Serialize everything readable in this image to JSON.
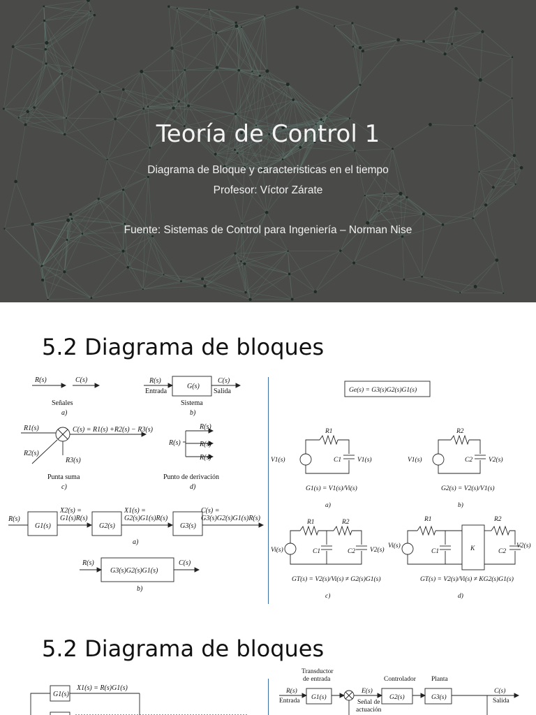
{
  "slide1": {
    "title": "Teoría de Control 1",
    "subtitle": "Diagrama de Bloque y caracteristicas en el tiempo",
    "professor": "Profesor: Víctor Zárate",
    "source": "Fuente: Sistemas de Control para Ingeniería – Norman Nise"
  },
  "slide2": {
    "heading": "5.2 Diagrama de bloques",
    "fig_left": {
      "a_sig1": "R(s)",
      "a_sig2": "C(s)",
      "a_caption": "Señales",
      "a_tag": "a)",
      "b_in": "R(s)",
      "b_block": "G(s)",
      "b_out": "C(s)",
      "b_in_label": "Entrada",
      "b_out_label": "Salida",
      "b_caption": "Sistema",
      "b_tag": "b)",
      "c_r1": "R1(s)",
      "c_r2": "R2(s)",
      "c_r3": "R3(s)",
      "c_eq": "C(s) = R1(s) +R2(s) − R3(s)",
      "c_caption": "Punta suma",
      "c_tag": "c)",
      "d_r": "R(s)",
      "d_caption": "Punto de derivación",
      "d_tag": "d)",
      "e_in": "R(s)",
      "e_g1": "G1(s)",
      "e_x2": "X2(s) =",
      "e_x2b": "G1(s)R(s)",
      "e_g2": "G2(s)",
      "e_x1": "X1(s) =",
      "e_x1b": "G2(s)G1(s)R(s)",
      "e_g3": "G3(s)",
      "e_c": "C(s) =",
      "e_cb": "G3(s)G2(s)G1(s)R(s)",
      "e_tag": "a)",
      "f_in": "R(s)",
      "f_block": "G3(s)G2(s)G1(s)",
      "f_out": "C(s)",
      "f_tag": "b)"
    },
    "fig_right": {
      "eq": "Ge(s) = G3(s)G2(s)G1(s)",
      "a_r": "R1",
      "a_v1": "V1(s)",
      "a_c": "C1",
      "a_vo": "V1(s)",
      "a_tf": "G1(s) = V1(s)/Vi(s)",
      "a_tag": "a)",
      "b_r": "R2",
      "b_v1": "V1(s)",
      "b_c": "C2",
      "b_vo": "V2(s)",
      "b_tf": "G2(s) = V2(s)/V1(s)",
      "b_tag": "b)",
      "c_r1": "R1",
      "c_r2": "R2",
      "c_vi": "Vi(s)",
      "c_c1": "C1",
      "c_c2": "C2",
      "c_vo": "V2(s)",
      "c_tf": "GT(s) = V2(s)/Vi(s) ≠ G2(s)G1(s)",
      "c_tag": "c)",
      "d_r1": "R1",
      "d_r2": "R2",
      "d_vi": "Vi(s)",
      "d_c1": "C1",
      "d_k": "K",
      "d_c2": "C2",
      "d_vo": "V2(s)",
      "d_tf": "GT(s) = V2(s)/Vi(s) ≠ KG2(s)G1(s)",
      "d_tag": "d)"
    }
  },
  "slide3": {
    "heading": "5.2 Diagrama de bloques",
    "fig_left": {
      "g1": "G1(s)",
      "x1": "X1(s) = R(s)G1(s)"
    },
    "fig_right": {
      "transducer": "Transductor",
      "transducer2": "de entrada",
      "controller": "Controlador",
      "plant": "Planta",
      "r": "R(s)",
      "input": "Entrada",
      "g1": "G1(s)",
      "e": "E(s)",
      "err1": "Señal de",
      "err2": "actuación",
      "g2": "G2(s)",
      "g3": "G3(s)",
      "c": "C(s)",
      "output": "Salida"
    }
  },
  "colors": {
    "slide_bg": "#4a4b49",
    "network_dot": "#1f2a25",
    "network_line": "#6e8f84",
    "divider": "#3b6ea8"
  }
}
